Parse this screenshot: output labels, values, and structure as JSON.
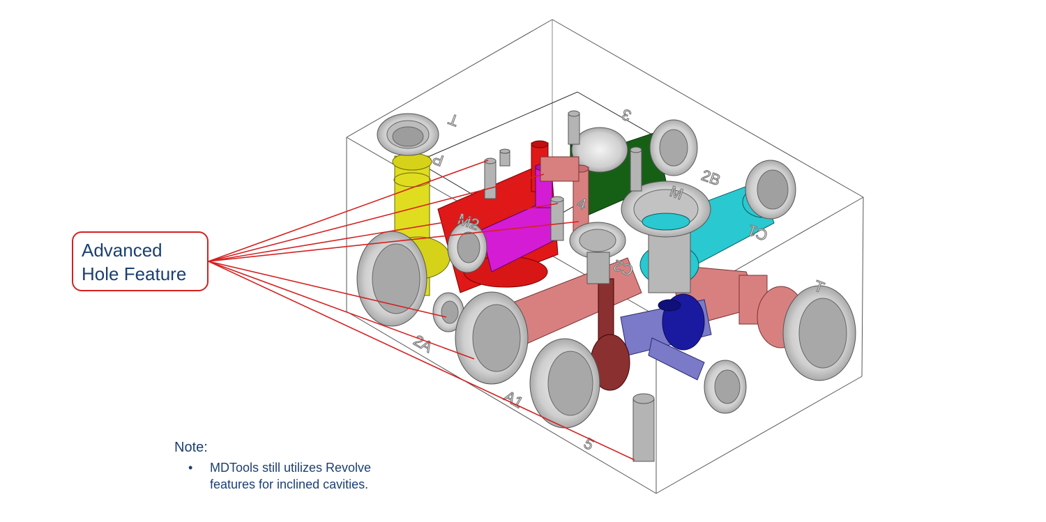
{
  "callout": {
    "line1": "Advanced",
    "line2": "Hole Feature"
  },
  "note": {
    "heading": "Note:",
    "bullet": "•",
    "text": "MDTools still utilizes Revolve features for inclined cavities."
  },
  "port_labels": {
    "p": "P",
    "t_top": "T",
    "three": "3",
    "two_b": "2B",
    "m": "M",
    "four": "4",
    "m2": "M2",
    "c1": "C1",
    "t_right": "T",
    "c2": "C2",
    "two_a": "2A",
    "a1": "A1",
    "five": "5"
  },
  "colors": {
    "leader": "#d42020",
    "text": "#1a3f73",
    "block_edge": "#555555",
    "port_gray": "#b8b8b8",
    "yellow": "#e0dc20",
    "red": "#e01818",
    "magenta": "#d41cd4",
    "green": "#166016",
    "cyan": "#2ac8d0",
    "salmon": "#d88080",
    "maroon": "#8a3030",
    "navy": "#1a1aa0",
    "lavender": "#7a7ac8"
  }
}
